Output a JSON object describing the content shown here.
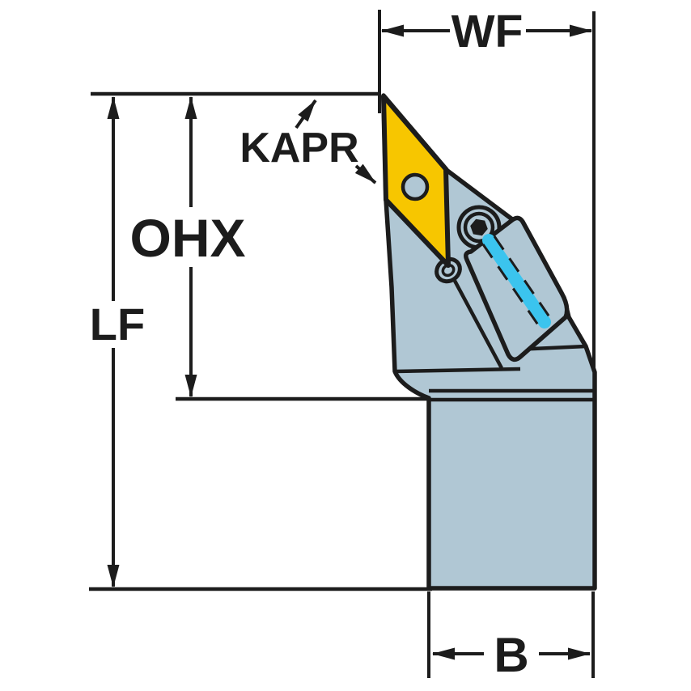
{
  "diagram": {
    "description": "Lathe tool holder dimensional drawing with diamond insert",
    "labels": {
      "wf": "WF",
      "kapr": "KAPR",
      "ohx": "OHX",
      "lf": "LF",
      "b": "B"
    }
  },
  "colors": {
    "line": "#1c1c1c",
    "body": "#b0c7d4",
    "insert": "#f7c600",
    "coolant": "#3bc4ee",
    "background": "#ffffff"
  }
}
